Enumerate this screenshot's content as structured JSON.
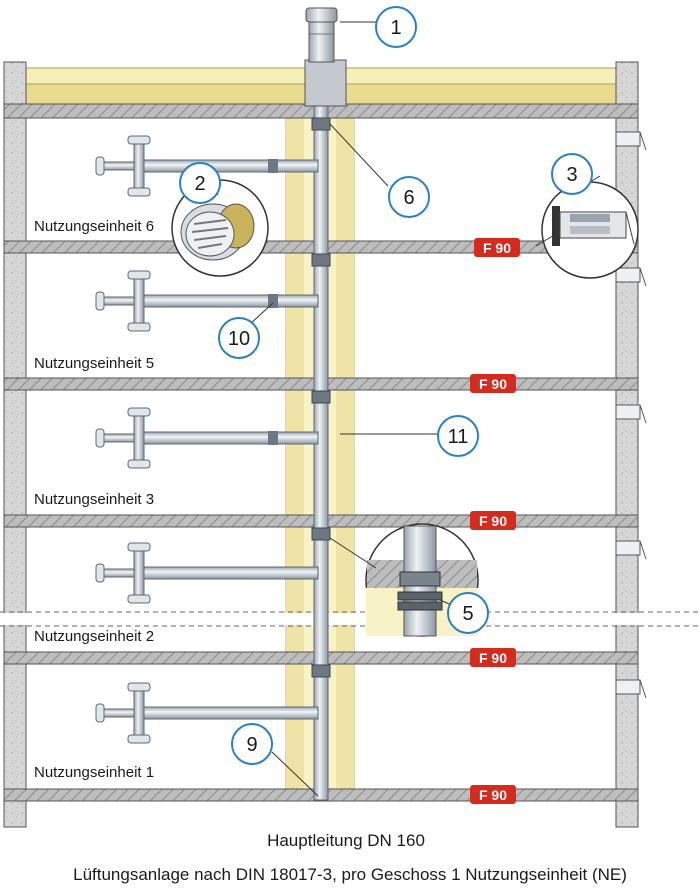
{
  "units": [
    {
      "label": "Nutzungseinheit 6"
    },
    {
      "label": "Nutzungseinheit 5"
    },
    {
      "label": "Nutzungseinheit 3"
    },
    {
      "label": "Nutzungseinheit 2"
    },
    {
      "label": "Nutzungseinheit 1"
    }
  ],
  "fire_rating": "F 90",
  "callouts": [
    "1",
    "2",
    "3",
    "5",
    "6",
    "9",
    "10",
    "11"
  ],
  "caption": {
    "main_line": "Hauptleitung DN 160",
    "subtitle": "Lüftungsanlage nach DIN 18017-3, pro Geschoss 1 Nutzungseinheit (NE)"
  },
  "colors": {
    "wall": "#d4d4d4",
    "slab": "#b3b3b3",
    "shaft": "#f7f3c9",
    "insulation": "#efe4a8",
    "pipe": "#dde3ea",
    "fire_badge": "#d52b1e",
    "callout_stroke": "#2a82c4"
  }
}
